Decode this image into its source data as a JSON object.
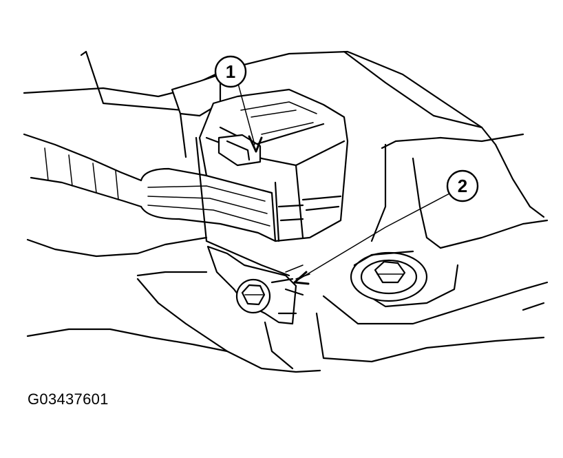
{
  "figure": {
    "callouts": [
      {
        "number": "1",
        "target": "connector-lock-tab"
      },
      {
        "number": "2",
        "target": "ground-bolt"
      }
    ],
    "figure_code": "G03437601"
  }
}
